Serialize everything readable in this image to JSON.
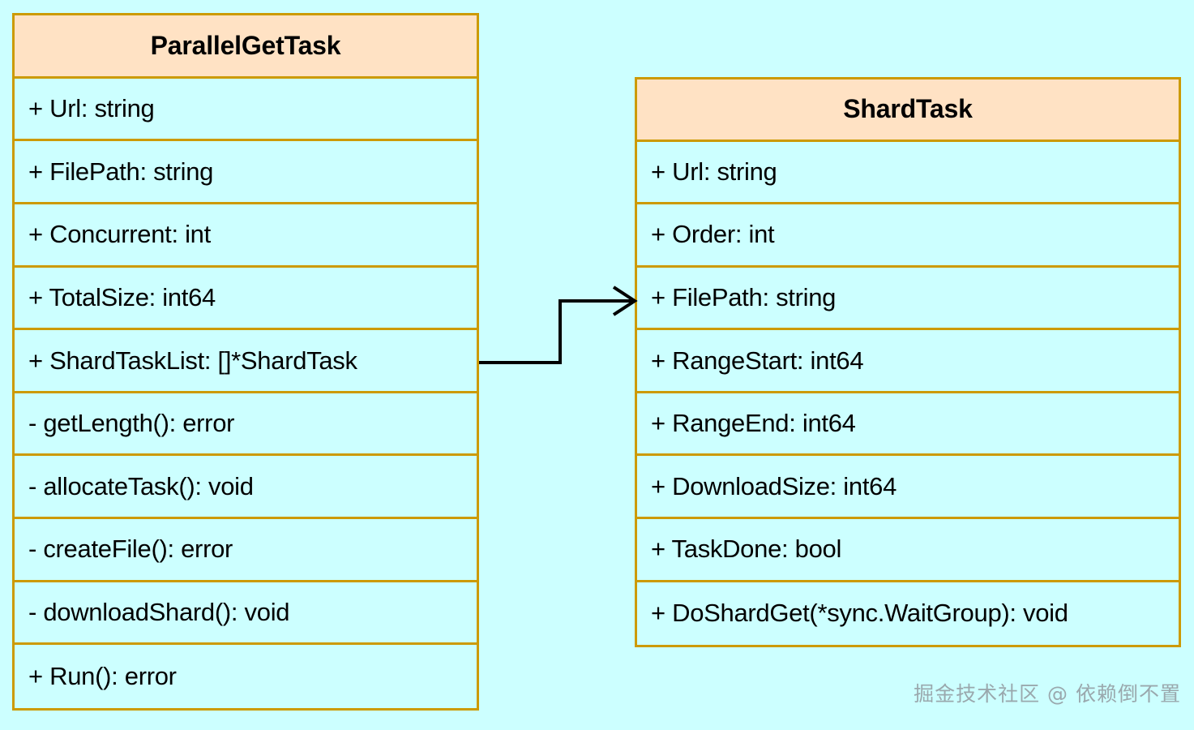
{
  "diagram": {
    "type": "uml-class-diagram",
    "background_color": "#ccffff",
    "border_color": "#cc9a04",
    "header_fill": "#ffe2c4",
    "body_fill": "#ccffff",
    "connector_color": "#000000",
    "classes": [
      {
        "id": "parallelgettask",
        "name": "ParallelGetTask",
        "members": [
          "+ Url: string",
          "+ FilePath: string",
          "+ Concurrent: int",
          "+ TotalSize: int64",
          "+ ShardTaskList: []*ShardTask",
          "- getLength(): error",
          "- allocateTask(): void",
          "- createFile(): error",
          "- downloadShard(): void",
          "+ Run(): error"
        ]
      },
      {
        "id": "shardtask",
        "name": "ShardTask",
        "members": [
          "+ Url: string",
          "+ Order: int",
          "+ FilePath: string",
          "+ RangeStart: int64",
          "+ RangeEnd: int64",
          "+ DownloadSize: int64",
          "+ TaskDone: bool",
          "+ DoShardGet(*sync.WaitGroup): void"
        ]
      }
    ],
    "connector": {
      "from_class": "parallelgettask",
      "from_member": "+ ShardTaskList: []*ShardTask",
      "to_class": "shardtask",
      "to_member": "+ FilePath: string",
      "arrow_style": "open-arrowhead",
      "line_style": "orthogonal"
    }
  },
  "watermark": {
    "text": "掘金技术社区 @ 依赖倒不置",
    "color": "#9aa8ad"
  }
}
